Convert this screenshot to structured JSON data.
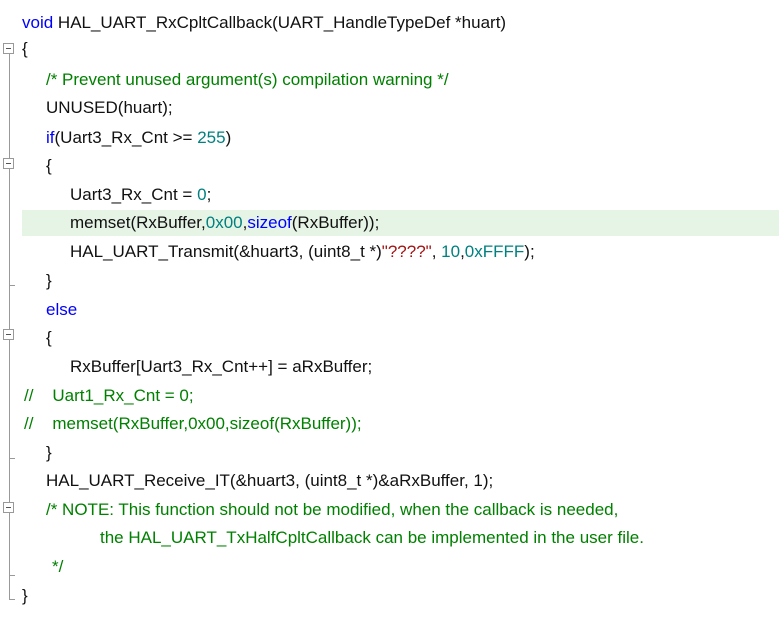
{
  "code": {
    "sig_kw": "void",
    "sig_rest": " HAL_UART_RxCpltCallback(UART_HandleTypeDef *huart)",
    "open_main": "{",
    "comment1": "/* Prevent unused argument(s) compilation warning */",
    "unused": "UNUSED(huart);",
    "if_kw": "if",
    "if_rest_a": "(Uart3_Rx_Cnt >= ",
    "if_num": "255",
    "if_rest_b": ")",
    "open_if": "{",
    "cnt_reset_a": "Uart3_Rx_Cnt = ",
    "cnt_reset_num": "0",
    "cnt_reset_b": ";",
    "memset_a": "memset(RxBuffer,",
    "memset_num": "0x00",
    "memset_b": ",",
    "memset_kw": "sizeof",
    "memset_c": "(RxBuffer));",
    "transmit_a": "HAL_UART_Transmit(&huart3, (uint8_t *)",
    "transmit_str": "\"????\"",
    "transmit_b": ", ",
    "transmit_num1": "10",
    "transmit_c": ",",
    "transmit_num2": "0xFFFF",
    "transmit_d": ");",
    "close_if": "}",
    "else_kw": "else",
    "open_else": "{",
    "rxbuffer_assign": "RxBuffer[Uart3_Rx_Cnt++] = aRxBuffer;",
    "commented_prefix": "//",
    "commented1": "    Uart1_Rx_Cnt = 0;",
    "commented2": "    memset(RxBuffer,0x00,sizeof(RxBuffer));",
    "close_else": "}",
    "receive_it": "HAL_UART_Receive_IT(&huart3, (uint8_t *)&aRxBuffer, 1);",
    "note1": "/* NOTE: This function should not be modified, when the callback is needed,",
    "note2": "the HAL_UART_TxHalfCpltCallback can be implemented in the user file.",
    "note3": "*/",
    "close_main": "}"
  },
  "colors": {
    "keyword": "#0000ff",
    "number": "#008080",
    "string": "#a31515",
    "comment": "#008000",
    "current_line_highlight": "#e6f4e6"
  }
}
